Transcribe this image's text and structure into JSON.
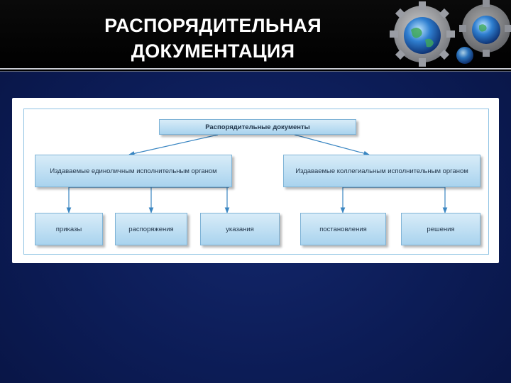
{
  "slide": {
    "title_line1": "РАСПОРЯДИТЕЛЬНАЯ",
    "title_line2": "ДОКУМЕНТАЦИЯ"
  },
  "diagram": {
    "root": "Распорядительные документы",
    "groups": [
      {
        "label": "Издаваемые единоличным исполнительным органом"
      },
      {
        "label": "Издаваемые коллегиальным исполнительным органом"
      }
    ],
    "leaves": [
      {
        "label": "приказы"
      },
      {
        "label": "распоряжения"
      },
      {
        "label": "указания"
      },
      {
        "label": "постановления"
      },
      {
        "label": "решения"
      }
    ]
  },
  "colors": {
    "background": "#0b1a52",
    "header": "#000000",
    "box_fill": "#a9d3ee",
    "box_border": "#7fb3d6",
    "connector": "#3a86c2"
  },
  "icons": [
    "gear-icon",
    "globe-icon"
  ]
}
